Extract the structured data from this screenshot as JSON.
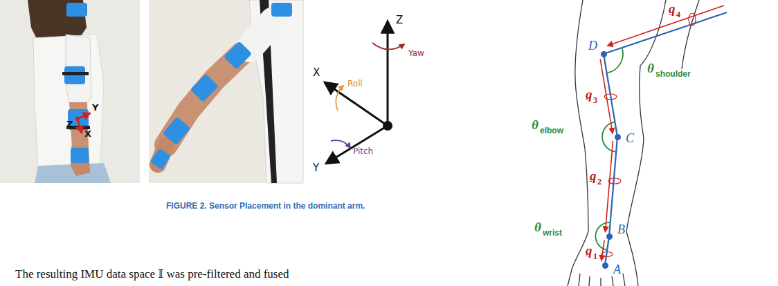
{
  "diagram": {
    "caption": "FIGURE 2. Sensor Placement in the dominant arm.",
    "nodes": [
      {
        "text": [
          "D"
        ]
      },
      {
        "text": [
          "C"
        ]
      },
      {
        "text": [
          "B"
        ]
      },
      {
        "text": [
          "A"
        ]
      }
    ],
    "edges": [
      {
        "from": 0,
        "to": 1,
        "arrow": "to"
      },
      {
        "from": 1,
        "to": 2,
        "arrow": "to"
      },
      {
        "from": 2,
        "to": 3,
        "arrow": "to"
      }
    ],
    "labels": [
      "Y",
      "Z",
      "X",
      "Z",
      "Yaw",
      "X",
      "Roll",
      "Y",
      "Pitch",
      "The resulting IMU data space 𝕀 was pre-filtered and fused",
      "q",
      "4",
      "θ",
      "shoulder",
      "q",
      "3",
      "θ",
      "elbow",
      "q",
      "2",
      "θ",
      "wrist",
      "q",
      "1"
    ]
  }
}
